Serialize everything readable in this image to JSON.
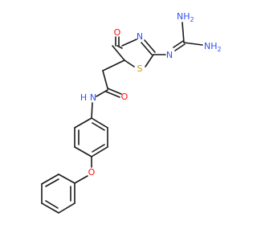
{
  "colors": {
    "bond": "#1a1a1a",
    "oxygen": "#ff0d0d",
    "nitrogen": "#3050f8",
    "sulfur": "#c8a000",
    "background": "#ffffff"
  },
  "atoms": {
    "o_ring": "O",
    "n_ring": "N",
    "s_ring": "S",
    "n_guan": "N",
    "nh2_top": "NH",
    "nh2_top_sub": "2",
    "nh2_right": "NH",
    "nh2_right_sub": "2",
    "o_amide": "O",
    "n_amide": "N",
    "h_amide": "H",
    "o_ether": "O"
  }
}
